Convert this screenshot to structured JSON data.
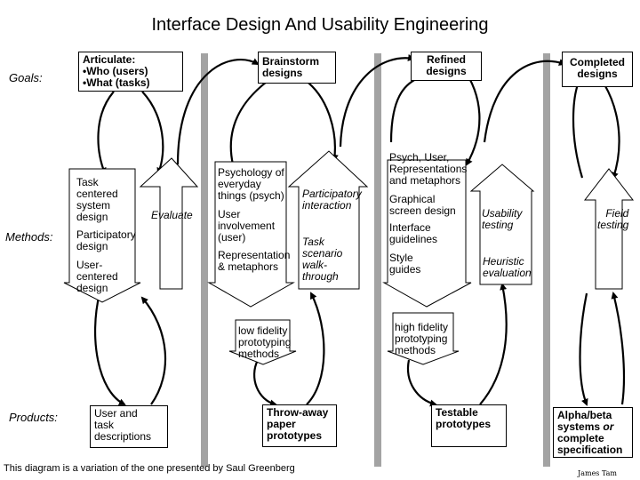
{
  "title": "Interface Design And Usability Engineering",
  "row_labels": {
    "goals": "Goals:",
    "methods": "Methods:",
    "products": "Products:"
  },
  "goals": {
    "articulate": "Articulate:\n•Who (users)\n•What (tasks)",
    "brainstorm": "Brainstorm\ndesigns",
    "refined": "Refined\ndesigns",
    "completed": "Completed\ndesigns"
  },
  "methods": {
    "col1": [
      "Task\ncentered\nsystem\ndesign",
      "Participatory\ndesign",
      "User-\ncentered\ndesign"
    ],
    "evaluate": "Evaluate",
    "col2": [
      "Psychology of\neveryday\nthings (psych)",
      "User\ninvolvement\n(user)",
      "Representation\n& metaphors"
    ],
    "col2_side": [
      "Participatory\ninteraction",
      "Task\nscenario\nwalk-\nthrough"
    ],
    "col3": [
      "Psych, User,\nRepresentations\nand metaphors",
      "Graphical\nscreen design",
      "Interface\nguidelines",
      "Style\nguides"
    ],
    "col3_side": [
      "Usability\ntesting",
      "Heuristic\nevaluation"
    ],
    "field": "Field\ntesting",
    "low_fi": "low fidelity\nprototyping\nmethods",
    "high_fi": "high fidelity\nprototyping\nmethods"
  },
  "products": {
    "p1": "User and\ntask\ndescriptions",
    "p2": "Throw-away\npaper\nprototypes",
    "p3": "Testable\nprototypes",
    "p4_line1": "Alpha/beta",
    "p4_line2a": "systems",
    "p4_line2b": "or",
    "p4_line3": "complete\nspecification"
  },
  "footer": "This diagram is a variation of the one presented by Saul Greenberg",
  "signature": "James Tam",
  "colors": {
    "bar": "#a3a3a3",
    "ink": "#000000",
    "background": "#ffffff"
  }
}
